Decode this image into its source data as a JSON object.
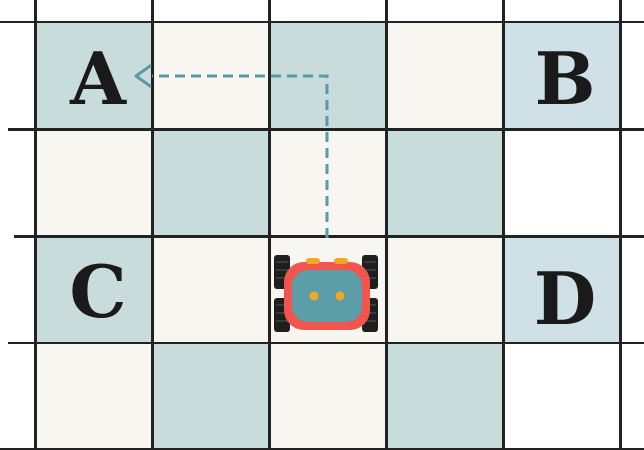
{
  "board": {
    "rows": 4,
    "cols": 5,
    "labels": {
      "a": "A",
      "b": "B",
      "c": "C",
      "d": "D"
    }
  },
  "colors": {
    "teal": "#c9dcdc",
    "cream": "#f8f6f1",
    "light_blue": "#cfe1e6",
    "path": "#5a9aa6",
    "robot_body": "#f0564e",
    "robot_shell": "#5b9ea8",
    "robot_eyes": "#f5a623",
    "robot_wheels": "#1e1e1e"
  },
  "robot": {
    "icon": "robot-car-icon",
    "position": {
      "row": 3,
      "col": 3
    }
  },
  "route": {
    "icon": "dashed-arrow-icon",
    "from": "robot",
    "to": "A"
  }
}
